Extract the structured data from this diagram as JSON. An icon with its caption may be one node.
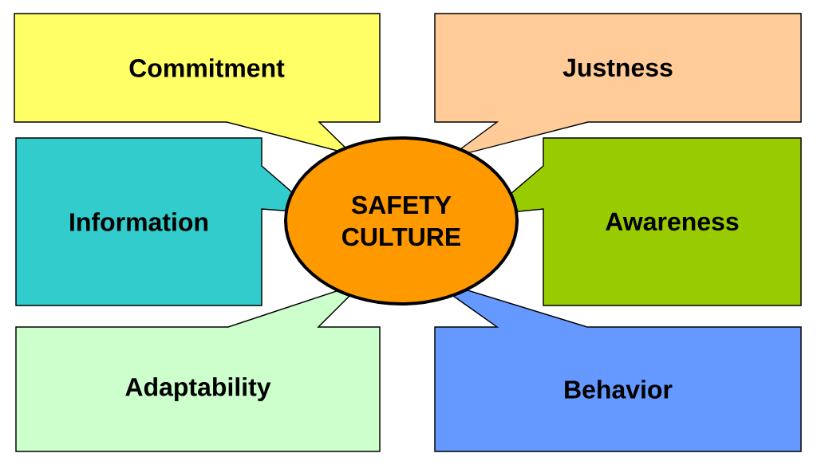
{
  "diagram": {
    "nodes": [
      {
        "text": [
          "Commitment"
        ]
      },
      {
        "text": [
          "Justness"
        ]
      },
      {
        "text": [
          "Information"
        ]
      },
      {
        "text": [
          "SAFETY CULTURE"
        ]
      },
      {
        "text": [
          "Awareness"
        ]
      },
      {
        "text": [
          "Adaptability"
        ]
      },
      {
        "text": [
          "Behavior"
        ]
      }
    ]
  }
}
